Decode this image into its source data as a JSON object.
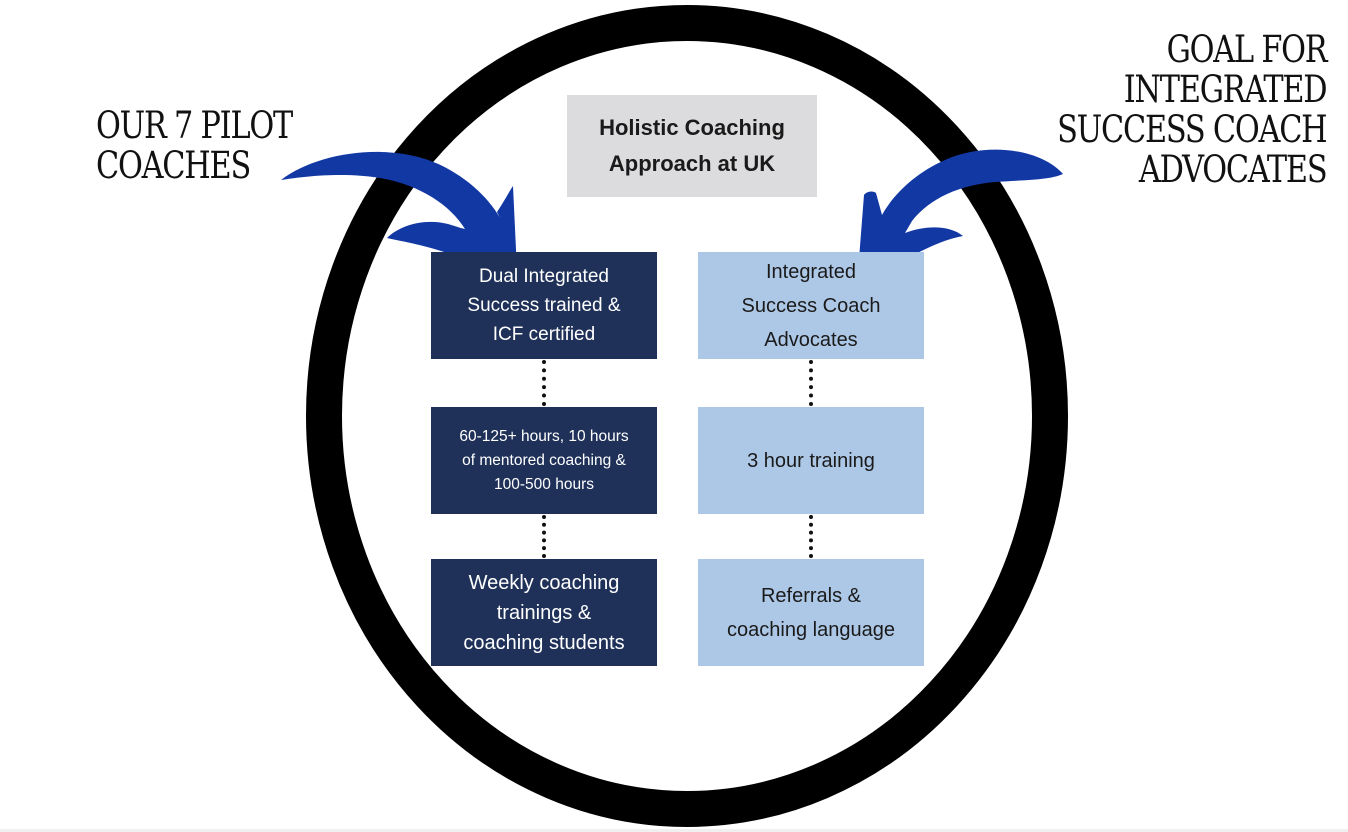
{
  "diagram": {
    "title": {
      "lines": [
        "Holistic Coaching",
        "Approach at UK"
      ]
    },
    "left_heading": {
      "lines": [
        "OUR 7 PILOT",
        "COACHES"
      ]
    },
    "right_heading": {
      "lines": [
        "GOAL FOR",
        "INTEGRATED",
        "SUCCESS COACH",
        "ADVOCATES"
      ]
    },
    "left_column": [
      {
        "lines": [
          "Dual Integrated",
          "Success trained &",
          "ICF certified"
        ]
      },
      {
        "lines": [
          "60-125+ hours, 10 hours",
          "of mentored coaching &",
          "100-500 hours"
        ]
      },
      {
        "lines": [
          "Weekly coaching",
          "trainings &",
          "coaching students"
        ]
      }
    ],
    "right_column": [
      {
        "lines": [
          "Integrated",
          "Success Coach",
          "Advocates"
        ]
      },
      {
        "lines": [
          "3 hour training"
        ]
      },
      {
        "lines": [
          "Referrals &",
          "coaching language"
        ]
      }
    ],
    "colors": {
      "dark_box": "#1f3158",
      "light_box": "#adc8e6",
      "title_box": "#dcdcde",
      "arrow": "#1238a4",
      "oval": "#000000"
    },
    "icons": {
      "left_arrow": "curved-arrow-down-right-icon",
      "right_arrow": "curved-arrow-down-left-icon"
    }
  }
}
